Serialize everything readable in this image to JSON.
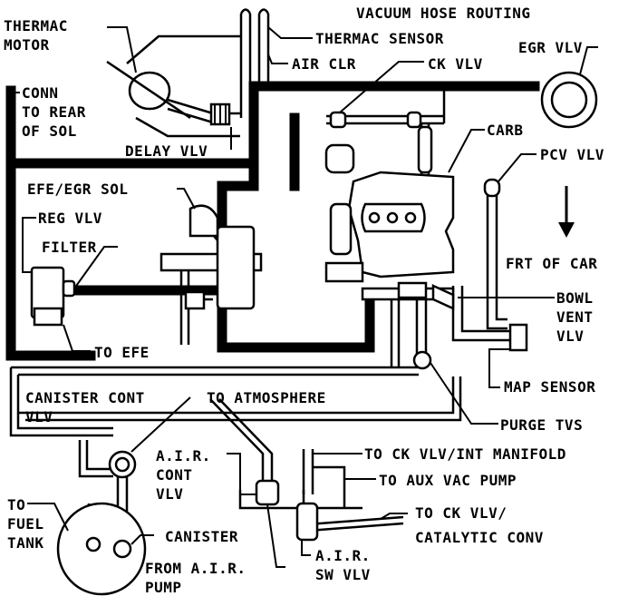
{
  "title": "VACUUM HOSE ROUTING",
  "labels": {
    "thermac_motor": [
      "THERMAC",
      "MOTOR"
    ],
    "thermac_sensor": "THERMAC SENSOR",
    "air_clr": "AIR CLR",
    "ck_vlv": "CK VLV",
    "egr_vlv": "EGR VLV",
    "conn_rear_sol": [
      "CONN",
      "TO REAR",
      "OF SOL"
    ],
    "delay_vlv": "DELAY VLV",
    "carb": "CARB",
    "pcv_vlv": "PCV VLV",
    "efe_egr_sol": "EFE/EGR SOL",
    "reg_vlv": "REG VLV",
    "filter": "FILTER",
    "frt_of_car": "FRT OF CAR",
    "bowl_vent_vlv": [
      "BOWL",
      "VENT",
      "VLV"
    ],
    "to_efe": "TO EFE",
    "map_sensor": "MAP SENSOR",
    "canister_cont_vlv": [
      "CANISTER CONT",
      "VLV"
    ],
    "to_atmosphere": "TO ATMOSPHERE",
    "purge_tvs": "PURGE TVS",
    "air_cont_vlv": [
      "A.I.R.",
      "CONT",
      "VLV"
    ],
    "to_ck_vlv_int_manifold": "TO CK VLV/INT MANIFOLD",
    "to_aux_vac_pump": "TO AUX VAC PUMP",
    "to_fuel_tank": [
      "TO",
      "FUEL",
      "TANK"
    ],
    "canister": "CANISTER",
    "to_ck_vlv_catalytic_conv": [
      "TO CK VLV/",
      "CATALYTIC CONV"
    ],
    "from_air_pump": [
      "FROM A.I.R.",
      "PUMP"
    ],
    "air_sw_vlv": [
      "A.I.R.",
      "SW VLV"
    ]
  },
  "icons": {
    "front_arrow": "down-arrow-icon"
  }
}
